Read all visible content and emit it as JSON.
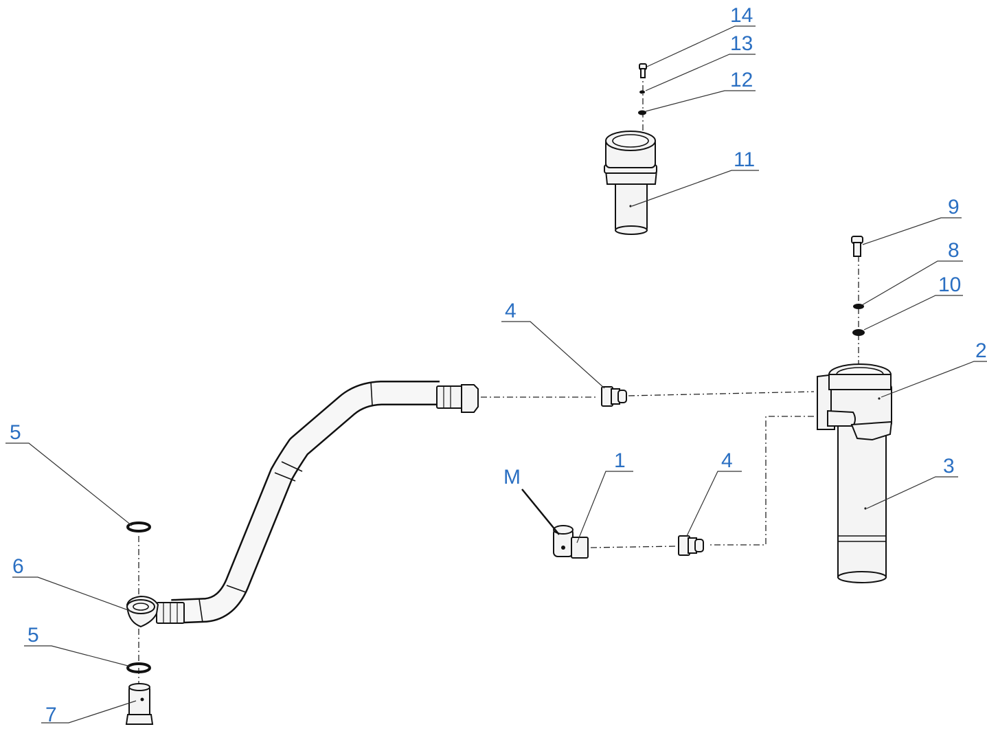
{
  "callouts": {
    "c14": "14",
    "c13": "13",
    "c12": "12",
    "c11": "11",
    "c9": "9",
    "c8": "8",
    "c10": "10",
    "c2": "2",
    "c3": "3",
    "c4_top": "4",
    "c1": "1",
    "c4_bottom": "4",
    "cM": "M",
    "c5_top": "5",
    "c6": "6",
    "c5_bottom": "5",
    "c7": "7"
  },
  "colors": {
    "label": "#2a6fc2",
    "line": "#222222"
  }
}
